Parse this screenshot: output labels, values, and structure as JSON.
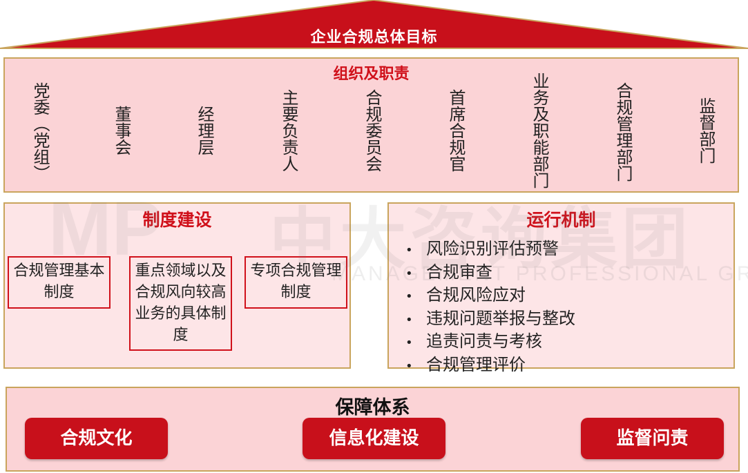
{
  "roof": {
    "title": "企业合规总体目标"
  },
  "org": {
    "title": "组织及职责",
    "roles": [
      "党委（党组）",
      "董事会",
      "经理层",
      "主要负责人",
      "合规委员会",
      "首席合规官",
      "业务及职能部门",
      "合规管理部门",
      "监督部门"
    ]
  },
  "system": {
    "title": "制度建设",
    "boxes": [
      "合规管理基本制度",
      "重点领域以及合规风向较高业务的具体制度",
      "专项合规管理制度"
    ]
  },
  "operation": {
    "title": "运行机制",
    "items": [
      "风险识别评估预警",
      "合规审查",
      "合规风险应对",
      "违规问题举报与整改",
      "追责问责与考核",
      "合规管理评价"
    ]
  },
  "guarantee": {
    "title": "保障体系",
    "buttons": [
      "合规文化",
      "信息化建设",
      "监督问责"
    ]
  },
  "watermark": {
    "logo": "MP",
    "cn": "中大咨询集团",
    "en": "MANAGEMENT PROFESSIONAL GROUP"
  },
  "colors": {
    "accent": "#c8101b",
    "panel": "#fbd3d6",
    "border": "#c9a45c"
  }
}
